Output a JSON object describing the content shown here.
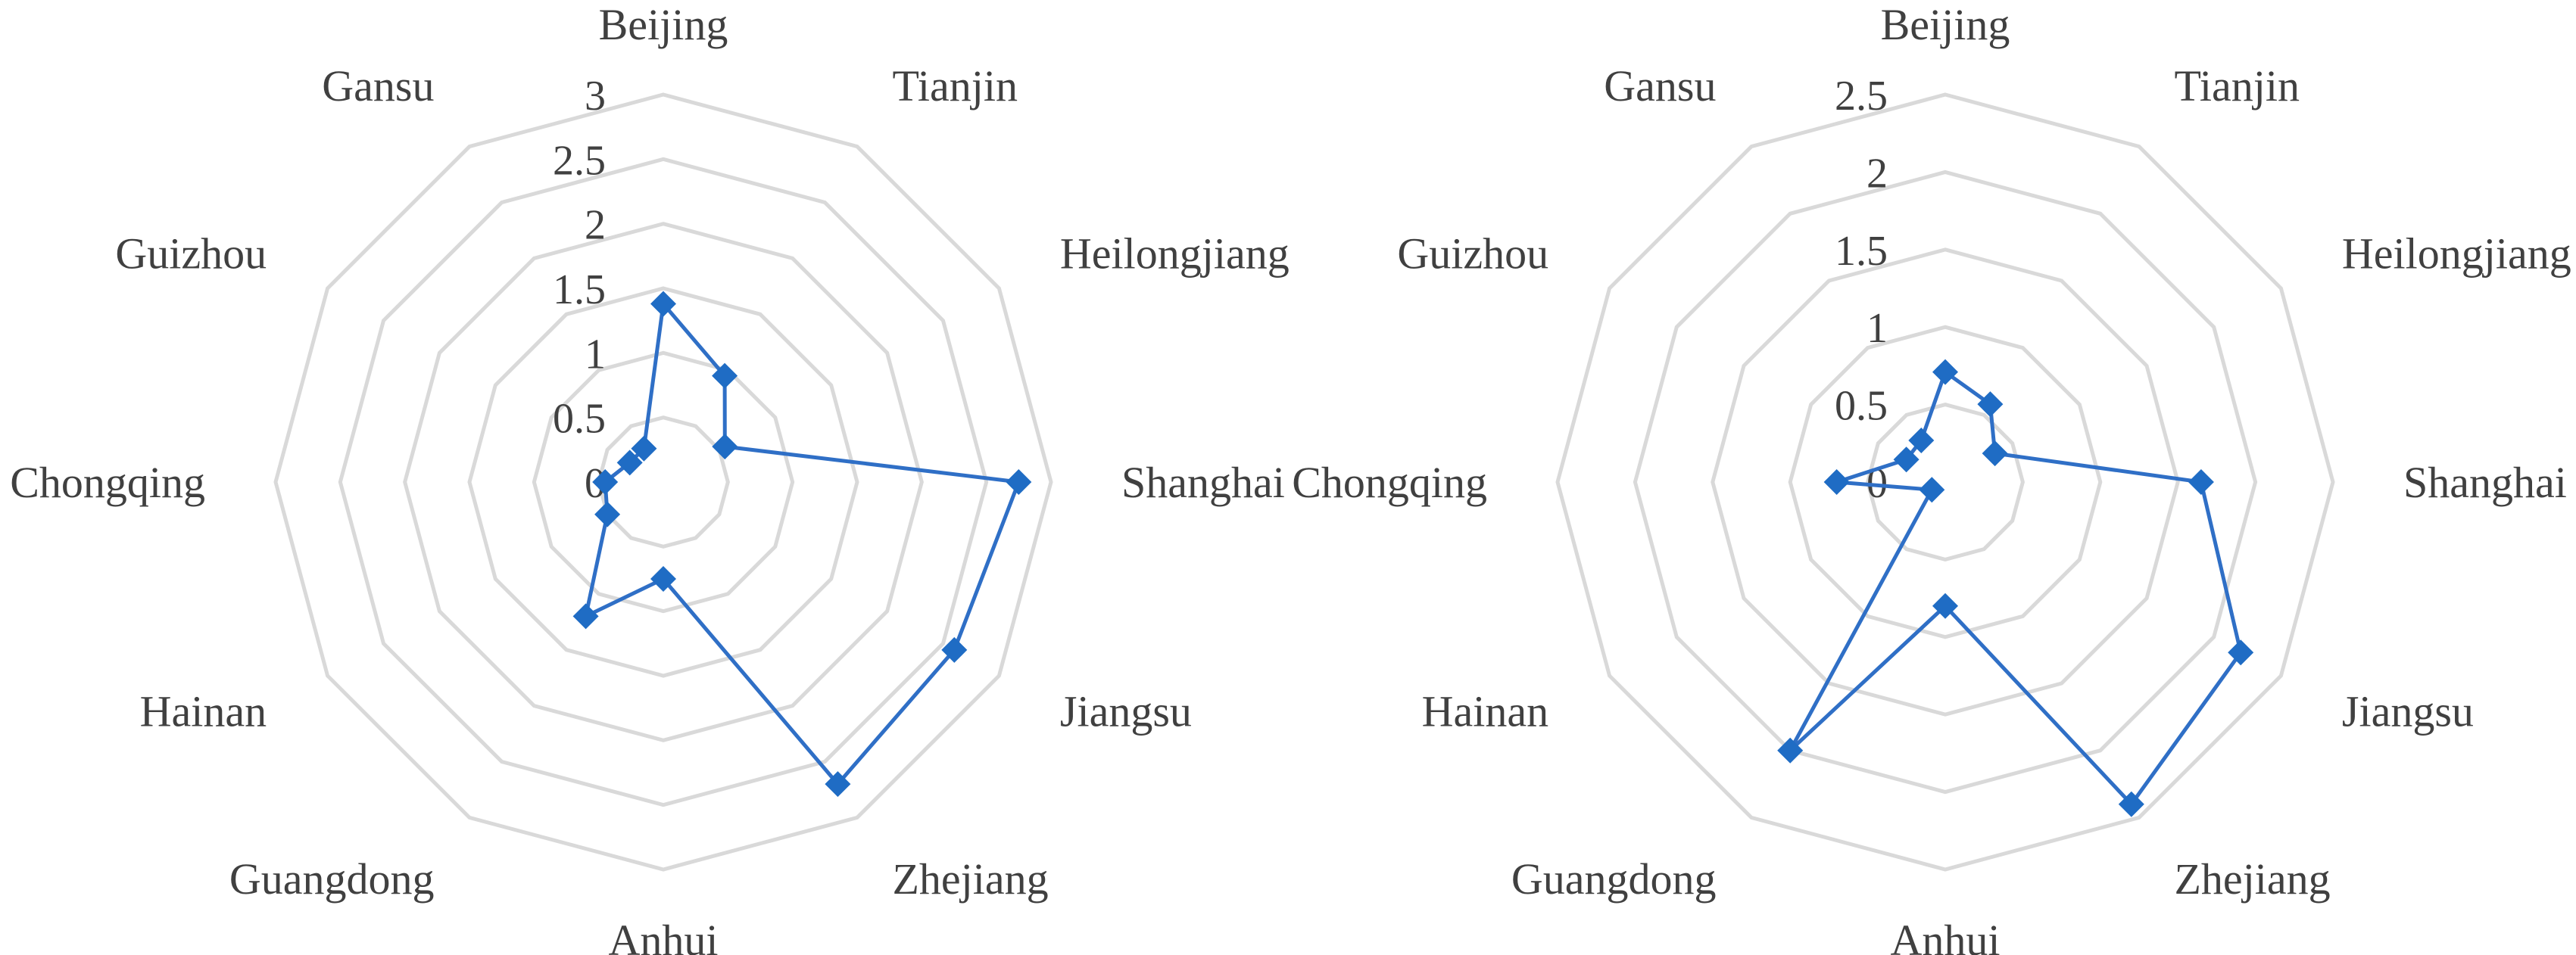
{
  "chart_data": [
    {
      "type": "radar",
      "categories": [
        "Beijing",
        "Tianjin",
        "Heilongjiang",
        "Shanghai",
        "Jiangsu",
        "Zhejiang",
        "Anhui",
        "Guangdong",
        "Hainan",
        "Chongqing",
        "Guizhou",
        "Gansu"
      ],
      "ticks": [
        "3",
        "2.5",
        "2",
        "1.5",
        "1",
        "0.5",
        "0"
      ],
      "rmax": 3,
      "grid": true,
      "series": [
        {
          "values": [
            1.38,
            0.95,
            0.55,
            2.75,
            2.6,
            2.7,
            0.75,
            1.2,
            0.5,
            0.45,
            0.3,
            0.3
          ]
        }
      ],
      "series_color": "#1f6cc4"
    },
    {
      "type": "radar",
      "categories": [
        "Beijing",
        "Tianjin",
        "Heilongjiang",
        "Shanghai",
        "Jiangsu",
        "Zhejiang",
        "Anhui",
        "Guangdong",
        "Hainan",
        "Chongqing",
        "Guizhou",
        "Gansu"
      ],
      "ticks": [
        "2.5",
        "2",
        "1.5",
        "1",
        "0.5",
        "0"
      ],
      "rmax": 2.5,
      "grid": true,
      "series": [
        {
          "values": [
            0.71,
            0.58,
            0.37,
            1.65,
            2.2,
            2.4,
            0.8,
            2.0,
            0.1,
            0.7,
            0.29,
            0.31
          ]
        }
      ],
      "series_color": "#1f6cc4"
    }
  ]
}
